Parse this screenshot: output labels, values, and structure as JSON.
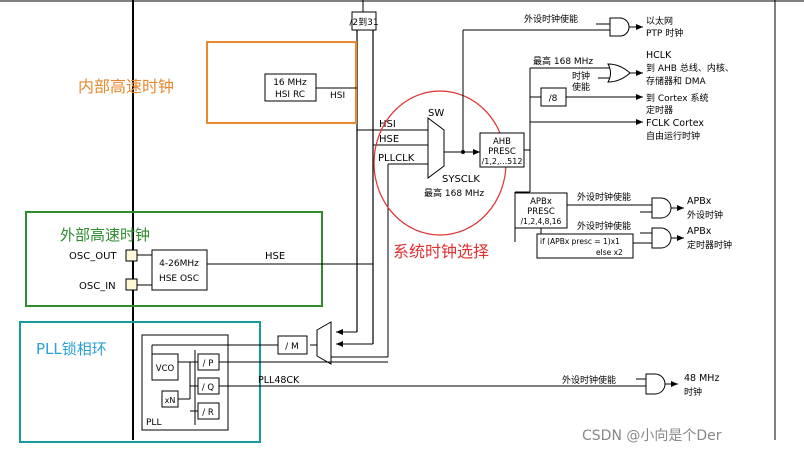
{
  "colors": {
    "orange": "#e8892f",
    "green": "#2e8b2e",
    "teal": "#1a9b9b",
    "blue_label": "#2a9fd6",
    "red": "#e03030",
    "line": "#000000"
  },
  "regions": {
    "internal": "内部高速时钟",
    "external": "外部高速时钟",
    "pll": "PLL锁相环",
    "sysclk_select": "系统时钟选择"
  },
  "blocks": {
    "div2_31": "/2到31",
    "hsi_rc_line1": "16 MHz",
    "hsi_rc_line2": "HSI RC",
    "hsi_label": "HSI",
    "sw": "SW",
    "mux_hsi": "HSI",
    "mux_hse": "HSE",
    "mux_pllclk": "PLLCLK",
    "sysclk": "SYSCLK",
    "sysclk_max": "最高 168 MHz",
    "ahb_line1": "AHB",
    "ahb_line2": "PRESC",
    "ahb_line3": "/1,2,...512",
    "div8": "/8",
    "apb_line1": "APBx",
    "apb_line2": "PRESC",
    "apb_line3": "/1,2,4,8,16",
    "apb_if_line1": "if (APBx presc = 1)x1",
    "apb_if_line2": "else x2",
    "osc_out": "OSC_OUT",
    "osc_in": "OSC_IN",
    "hse_osc_line1": "4-26MHz",
    "hse_osc_line2": "HSE OSC",
    "hse_label": "HSE",
    "div_m": "/ M",
    "vco": "VCO",
    "xn": "xN",
    "div_p": "/ P",
    "div_q": "/ Q",
    "div_r": "/ R",
    "pll_label": "PLL",
    "pll48ck": "PLL48CK"
  },
  "outputs": {
    "eth_enable": "外设时钟使能",
    "eth_line1": "以太网",
    "eth_line2": "PTP 时钟",
    "hclk_max": "最高 168 MHz",
    "clk_enable_1": "时钟",
    "clk_enable_2": "使能",
    "hclk_line1": "HCLK",
    "hclk_line2": "到 AHB 总线、内核、",
    "hclk_line3": "存储器和 DMA",
    "cortex_line1": "到 Cortex 系统",
    "cortex_line2": "定时器",
    "fclk_line1": "FCLK Cortex",
    "fclk_line2": "自由运行时钟",
    "apb_periph_enable": "外设时钟使能",
    "apb_periph_line1": "APBx",
    "apb_periph_line2": "外设时钟",
    "apb_timer_enable": "外设时钟使能",
    "apb_timer_line1": "APBx",
    "apb_timer_line2": "定时器时钟",
    "usb_enable": "外设时钟使能",
    "usb_line1": "48 MHz",
    "usb_line2": "时钟"
  },
  "watermark": "CSDN @小向是个Der"
}
